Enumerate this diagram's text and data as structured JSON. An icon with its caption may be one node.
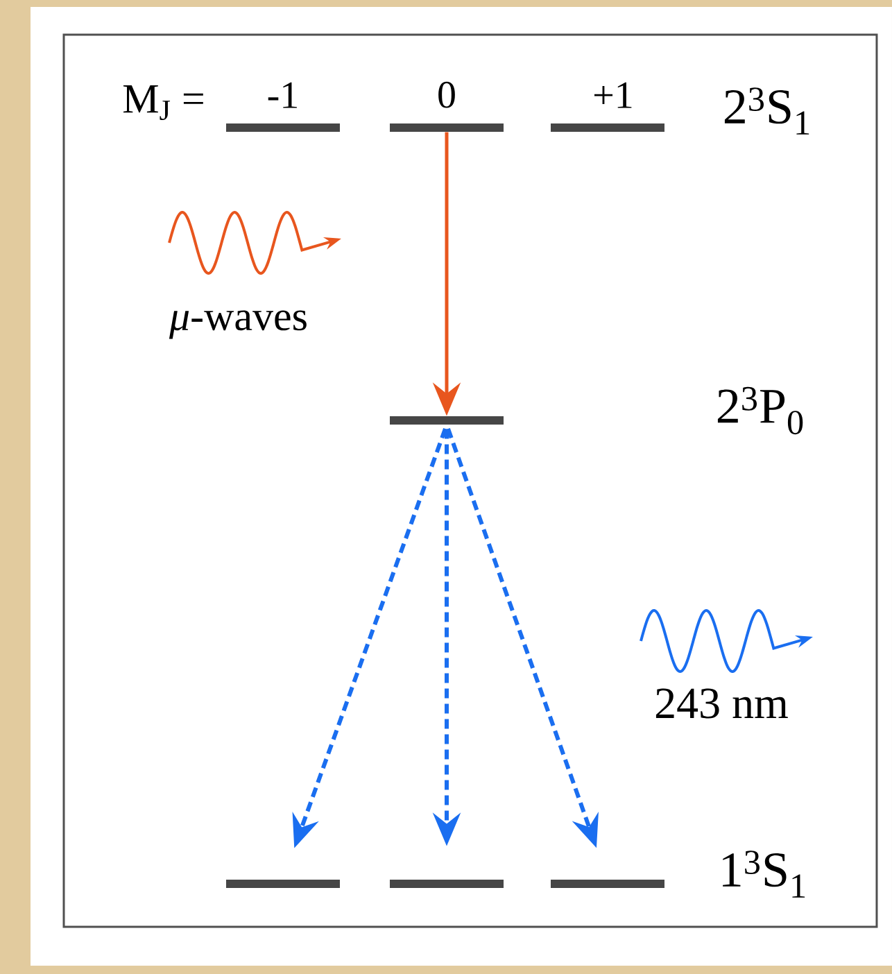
{
  "diagram": {
    "nodes": [
      {
        "text": [],
        "shape": "bar",
        "beside": [
          "-1"
        ]
      },
      {
        "text": [],
        "shape": "bar",
        "beside": [
          "0"
        ]
      },
      {
        "text": [],
        "shape": "bar",
        "beside": [
          "+1"
        ]
      },
      {
        "text": [],
        "shape": "bar"
      },
      {
        "text": [],
        "shape": "bar"
      },
      {
        "text": [],
        "shape": "bar"
      },
      {
        "text": [],
        "shape": "bar"
      }
    ],
    "edges": [
      {
        "from": 1,
        "to": 3,
        "arrow": "to",
        "color": "#e8561e"
      },
      {
        "from": 3,
        "to": 4,
        "arrow": "to",
        "style": "dashed",
        "color": "#1a6ef0"
      },
      {
        "from": 3,
        "to": 5,
        "arrow": "to",
        "style": "dashed",
        "color": "#1a6ef0"
      },
      {
        "from": 3,
        "to": 6,
        "arrow": "to",
        "style": "dashed",
        "color": "#1a6ef0"
      }
    ],
    "labels": [
      "M$_{J}$ =",
      "2$^{3}$S$_{1}$",
      "*μ*-waves",
      "2$^{3}$P$_{0}$",
      "243 nm",
      "1$^{3}$S$_{1}$"
    ]
  }
}
